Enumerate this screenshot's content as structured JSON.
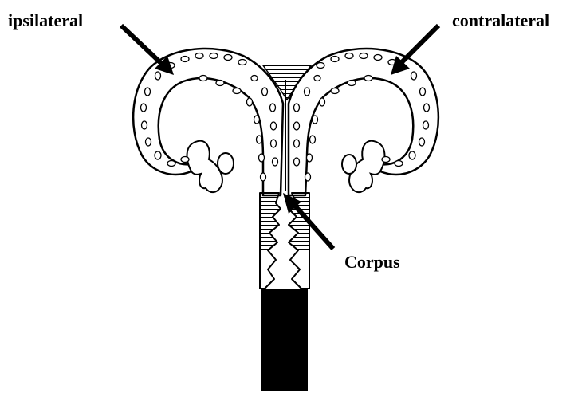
{
  "labels": {
    "ipsilateral": "ipsilateral",
    "contralateral": "contralateral",
    "corpus": "Corpus"
  },
  "colors": {
    "ink": "#000000",
    "background": "#ffffff"
  }
}
